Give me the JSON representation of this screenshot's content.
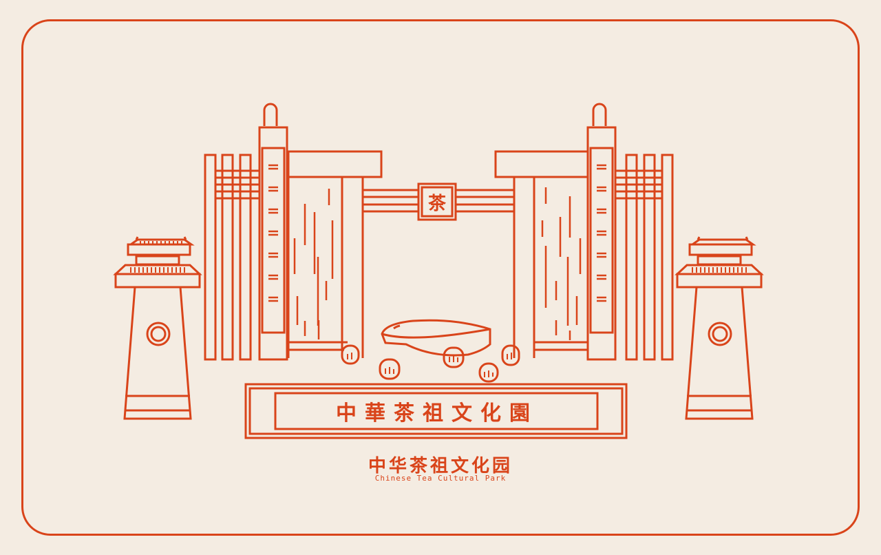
{
  "colors": {
    "background": "#f4ece2",
    "stroke": "#d9441a"
  },
  "gate": {
    "seal_character": "茶",
    "plaque_text": "中華茶祖文化園"
  },
  "logo": {
    "title_cn": "中华茶祖文化园",
    "title_en": "Chinese Tea Cultural Park"
  }
}
